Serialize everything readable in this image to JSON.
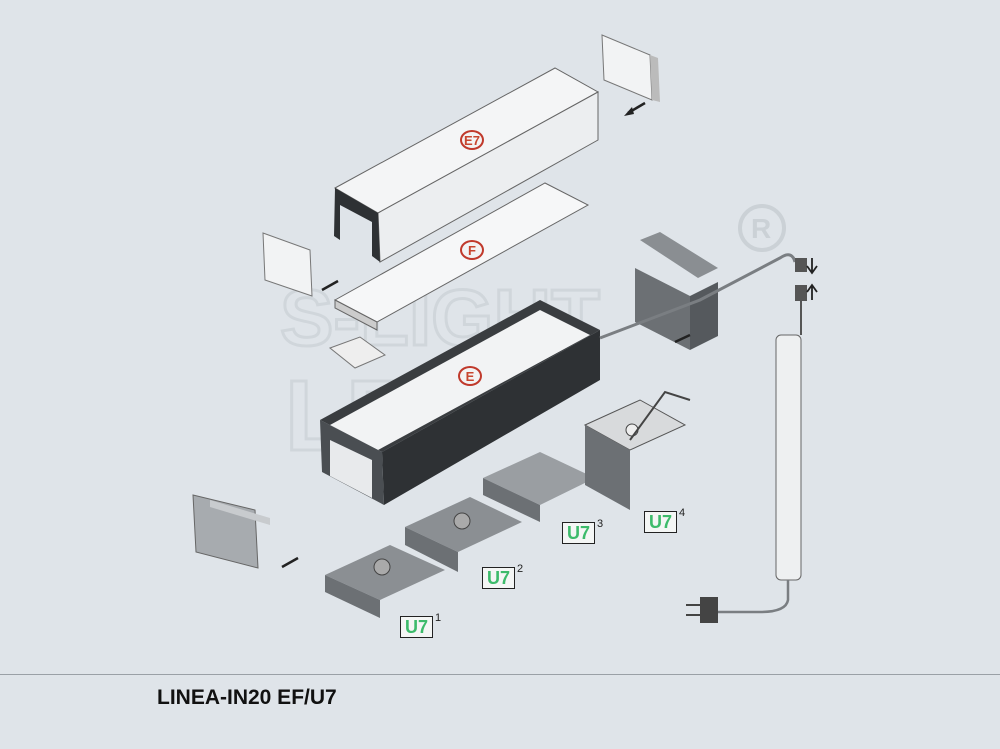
{
  "title": "LINEA-IN20 EF/U7",
  "watermark": {
    "brand": "S-LIGHT LED",
    "registered": "®"
  },
  "parts": {
    "e7": "E7",
    "f": "F",
    "e": "E",
    "u7": [
      {
        "label": "U7",
        "index": "1"
      },
      {
        "label": "U7",
        "index": "2"
      },
      {
        "label": "U7",
        "index": "3"
      },
      {
        "label": "U7",
        "index": "4"
      }
    ]
  },
  "colors": {
    "background": "#dfe4e9",
    "tag_red": "#c0392b",
    "tag_green": "#3dbb6b",
    "profile_dark": "#3a3d40"
  }
}
